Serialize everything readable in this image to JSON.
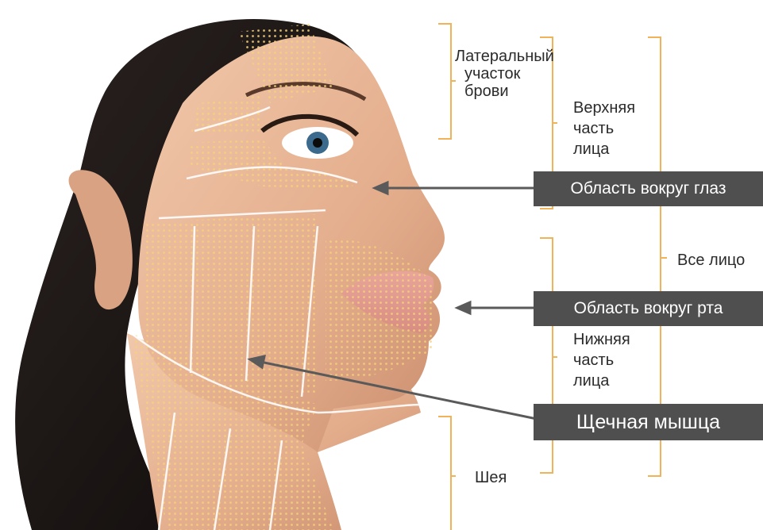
{
  "labels": {
    "brow_lateral": [
      "Латеральный",
      "участок",
      "брови"
    ],
    "upper_face": [
      "Верхняя",
      "часть",
      "лица"
    ],
    "whole_face": "Все лицо",
    "lower_face": [
      "Нижняя",
      "часть",
      "лица"
    ],
    "neck": "Шея"
  },
  "callouts": {
    "eye_area": "Область вокруг глаз",
    "mouth_area": "Область вокруг рта",
    "cheek_muscle": "Щечная мышца"
  },
  "colors": {
    "bracket": "#f0b35a",
    "callout_bg": "#4f4f4f",
    "arrow": "#5a5a5a",
    "dots": "#f6d27a",
    "skin": "#e8b99a"
  }
}
